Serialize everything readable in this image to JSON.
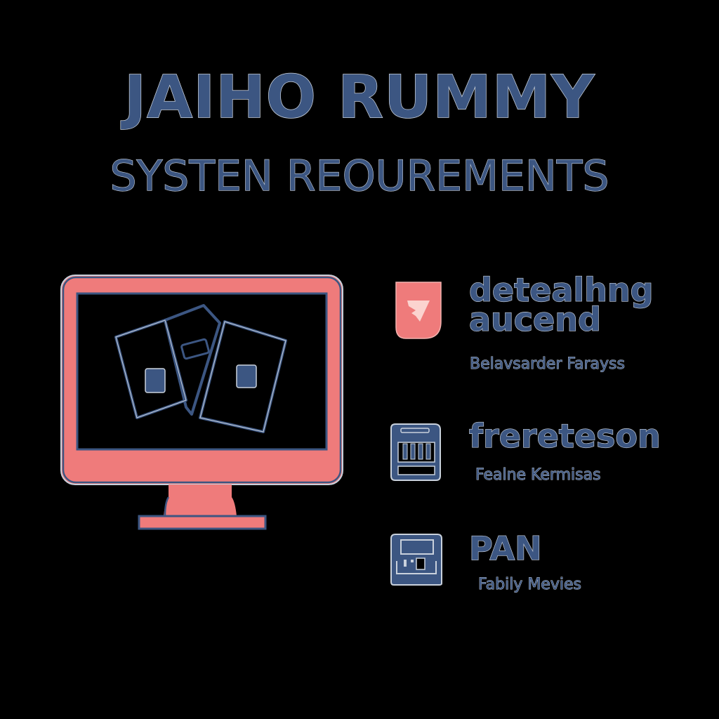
{
  "header": {
    "title": "JAIHO RUMMY",
    "subtitle": "SYSTEN REOUREMENTS"
  },
  "illustration": {
    "icon": "monitor-with-cards-icon",
    "colors": {
      "monitor": "#ef7b7b",
      "outline": "#3c5682",
      "screen": "#000000"
    }
  },
  "requirements": [
    {
      "icon": "shield-badge-icon",
      "title_line1": "detealhng",
      "title_line2": "aucend",
      "subtitle": "Belavsarder Farayss"
    },
    {
      "icon": "memory-chip-icon",
      "title_line1": "frereteson",
      "subtitle": "Fealne Kermisas"
    },
    {
      "icon": "storage-drive-icon",
      "title_line1": "PAN",
      "subtitle": "Fabily Mevies"
    }
  ],
  "colors": {
    "background": "#000000",
    "text": "#3c5682",
    "text_outline": "#c9d1dc",
    "accent": "#ef7b7b"
  }
}
